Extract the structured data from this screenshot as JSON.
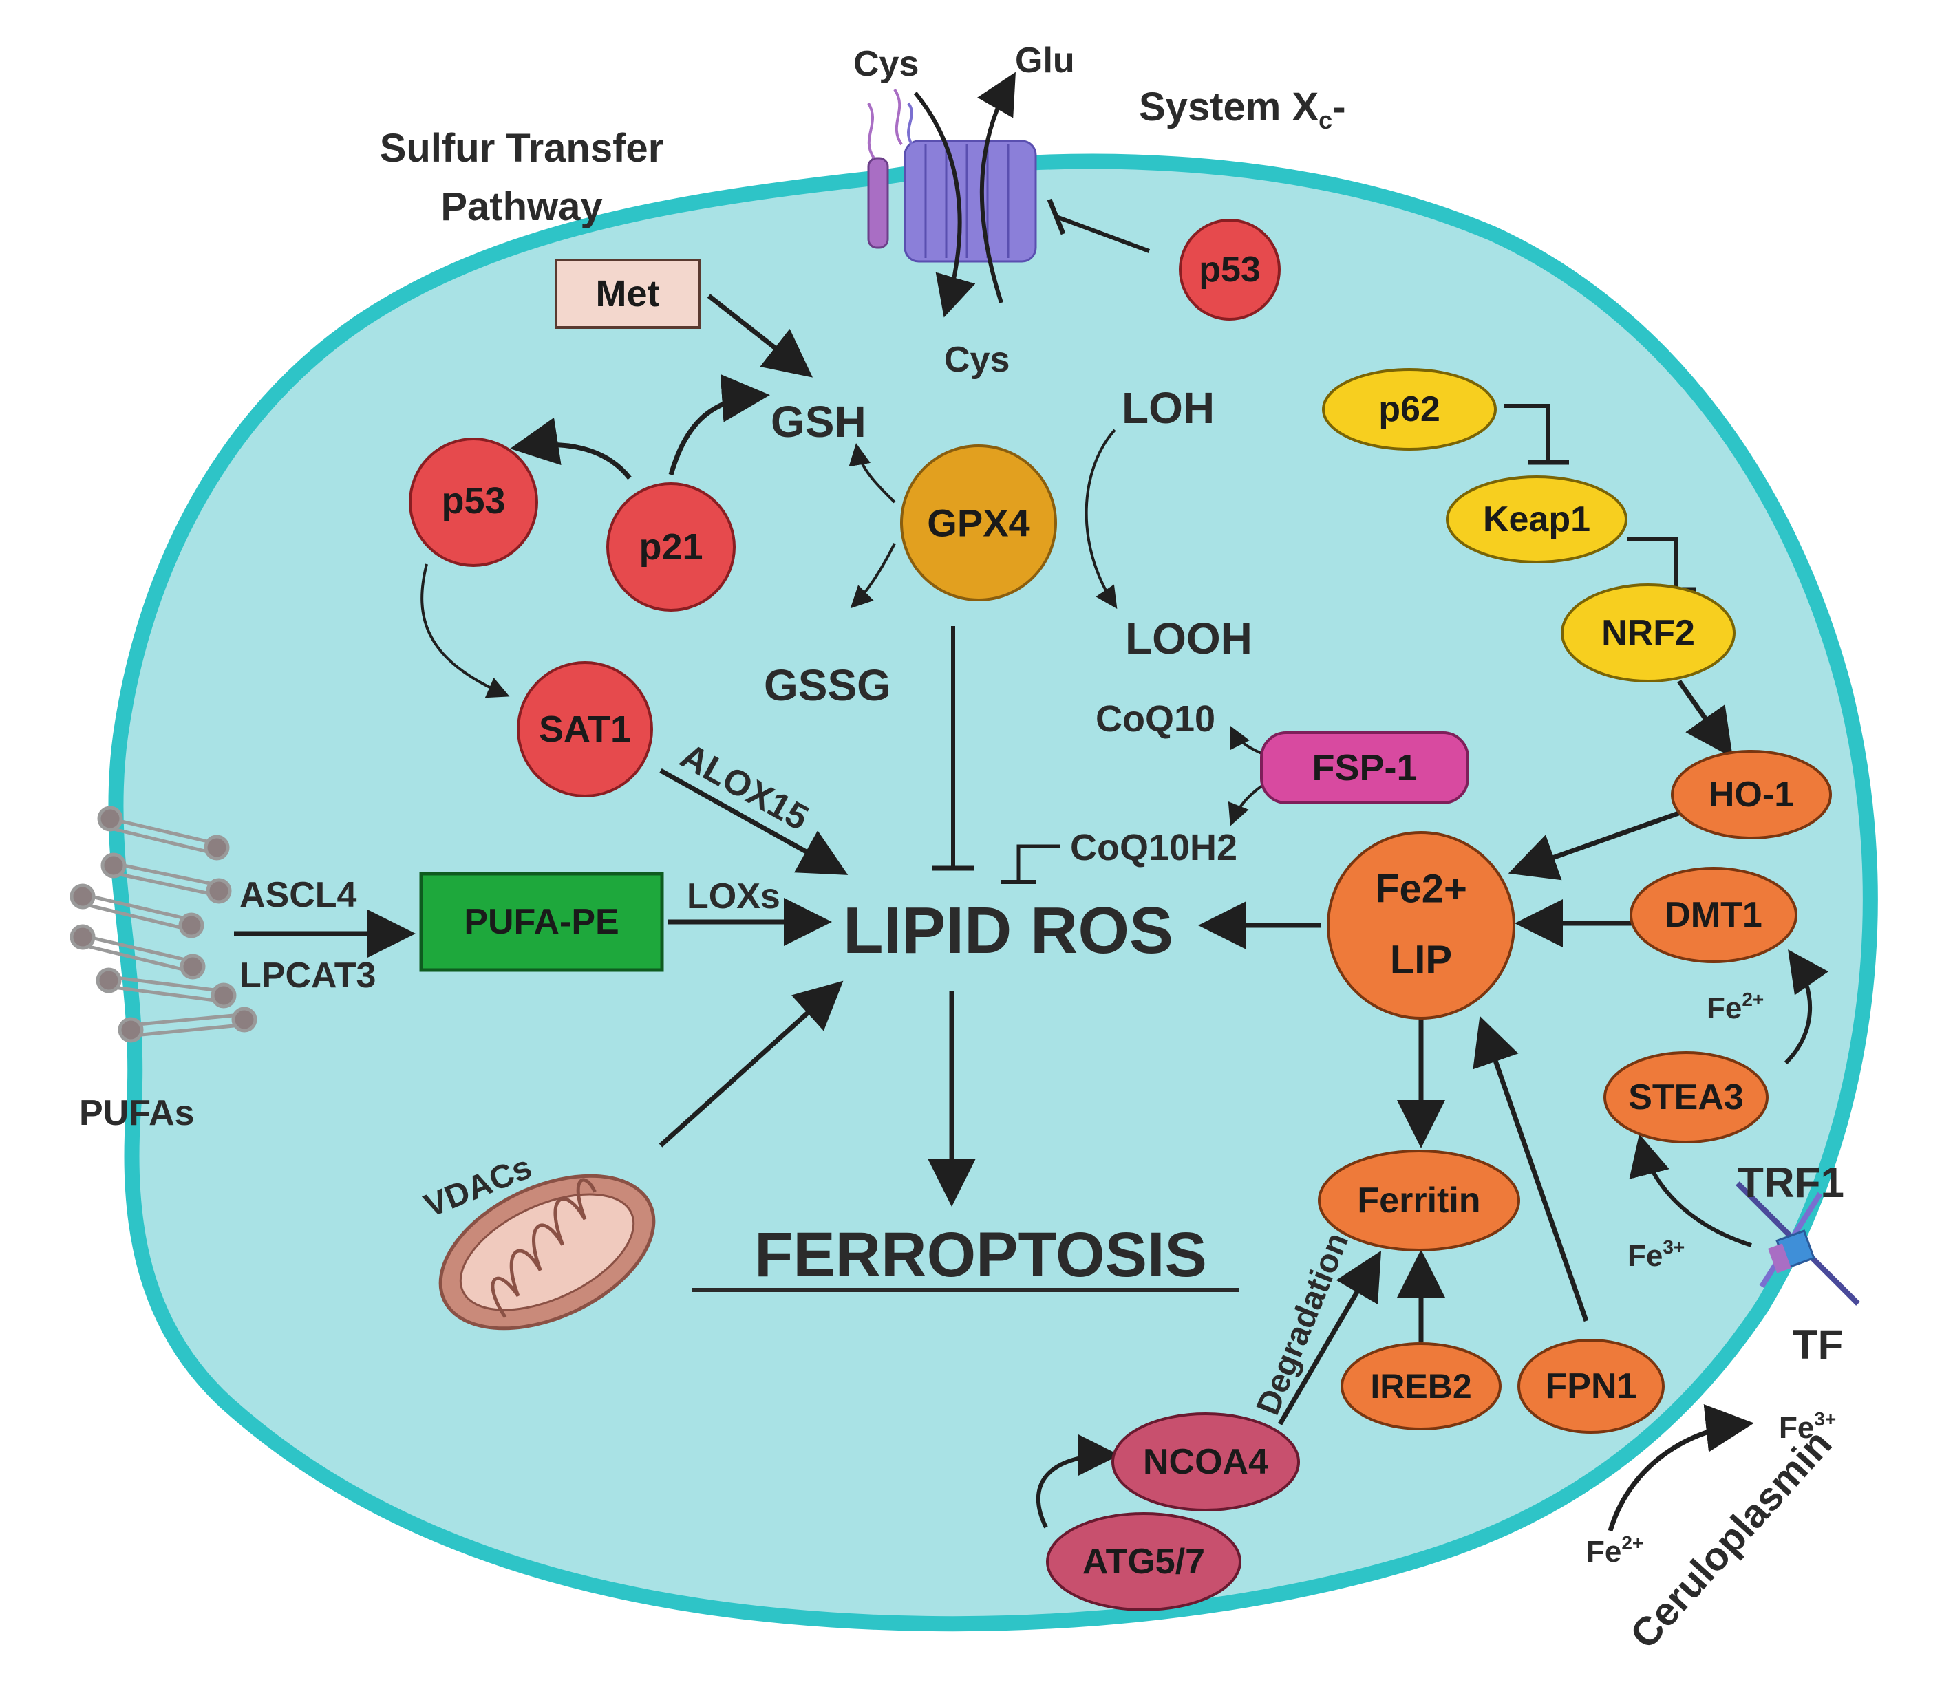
{
  "colors": {
    "cell_fill": "#a9e2e5",
    "cell_border": "#2ec4c7",
    "red_node": "#e64a4d",
    "orange_node": "#ee7a3a",
    "yellow_node": "#f7cf1f",
    "gold_node": "#e2a01f",
    "magenta_node": "#d84aa0",
    "rose_node": "#c8506e",
    "green_box": "#1ea83c",
    "met_box": "#f3d7cd",
    "transporter": "#8b7fd9",
    "arrow": "#1f1f1f"
  },
  "labels": {
    "sulfur_line1": "Sulfur Transfer",
    "sulfur_line2": "Pathway",
    "system_xc_main": "System X",
    "system_xc_sub": "c",
    "system_xc_tail": "-",
    "cys_top": "Cys",
    "glu": "Glu",
    "cys_bottom": "Cys",
    "met": "Met",
    "gsh": "GSH",
    "gssg": "GSSG",
    "loh": "LOH",
    "looh": "LOOH",
    "coq10": "CoQ10",
    "coq10h2": "CoQ10H2",
    "alox15": "ALOX15",
    "loxs": "LOXs",
    "ascl4": "ASCL4",
    "lpcat3": "LPCAT3",
    "pufas": "PUFAs",
    "pufa_pe": "PUFA-PE",
    "lipid_ros": "LIPID ROS",
    "ferroptosis": "FERROPTOSIS",
    "vdacs": "VDACs",
    "degradation": "Degradation",
    "fe2_stea": "Fe",
    "fe2_stea_sup": "2+",
    "fe3_trf": "Fe",
    "fe3_trf_sup": "3+",
    "trf1": "TRF1",
    "tf": "TF",
    "fe2_cerulo": "Fe",
    "fe2_cerulo_sup": "2+",
    "fe3_cerulo": "Fe",
    "fe3_cerulo_sup": "3+",
    "ceruloplasmin": "Ceruloplasmin"
  },
  "nodes": {
    "p53_top": "p53",
    "p53_left": "p53",
    "p21": "p21",
    "sat1": "SAT1",
    "gpx4": "GPX4",
    "fsp1": "FSP-1",
    "p62": "p62",
    "keap1": "Keap1",
    "nrf2": "NRF2",
    "ho1": "HO-1",
    "fe2_lip_line1": "Fe2+",
    "fe2_lip_line2": "LIP",
    "dmt1": "DMT1",
    "stea3": "STEA3",
    "ferritin": "Ferritin",
    "ireb2": "IREB2",
    "fpn1": "FPN1",
    "ncoa4": "NCOA4",
    "atg57": "ATG5/7"
  }
}
